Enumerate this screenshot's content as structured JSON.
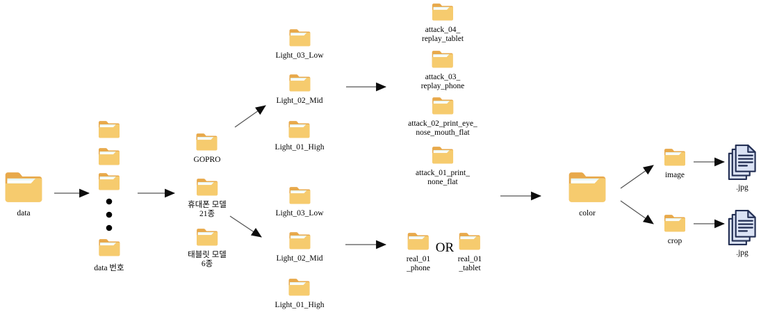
{
  "diagram_title": "dataset folder structure diagram",
  "nodes": {
    "root": {
      "icon": "folder-icon",
      "label": "data"
    },
    "numbered": {
      "icon": "folder-icon",
      "label": "data 번호",
      "folders_shown": 4,
      "ellipsis_dots": 3
    },
    "gopro": {
      "icon": "folder-icon",
      "label": "GOPRO"
    },
    "phone_model": {
      "icon": "folder-icon",
      "line1": "휴대폰 모델",
      "line2": "21종"
    },
    "tablet_model": {
      "icon": "folder-icon",
      "line1": "태블릿 모델",
      "line2": "6종"
    },
    "light_top": [
      "Light_03_Low",
      "Light_02_Mid",
      "Light_01_High"
    ],
    "light_bottom": [
      "Light_03_Low",
      "Light_02_Mid",
      "Light_01_High"
    ],
    "attack": [
      {
        "line1": "attack_04_",
        "line2": "replay_tablet"
      },
      {
        "line1": "attack_03_",
        "line2": "replay_phone"
      },
      {
        "line1": "attack_02_print_eye_",
        "line2": "nose_mouth_flat"
      },
      {
        "line1": "attack_01_print_",
        "line2": "none_flat"
      }
    ],
    "real_phone": {
      "icon": "folder-icon",
      "line1": "real_01",
      "line2": "_phone"
    },
    "or_label": "OR",
    "real_tablet": {
      "icon": "folder-icon",
      "line1": "real_01",
      "line2": "_tablet"
    },
    "color": {
      "icon": "folder-icon",
      "label": "color"
    },
    "image": {
      "icon": "folder-icon",
      "label": "image"
    },
    "crop": {
      "icon": "folder-icon",
      "label": "crop"
    },
    "jpg_image": {
      "icon": "document-stack-icon",
      "label": ".jpg"
    },
    "jpg_crop": {
      "icon": "document-stack-icon",
      "label": ".jpg"
    }
  },
  "colors": {
    "folder_back": "#e8a94b",
    "folder_front": "#f6cb6e",
    "folder_paper": "#e7f6f2",
    "document_fill": "#dbe3f5",
    "document_fold": "#c6d1ec",
    "document_outline": "#243055",
    "arrow_shaft": "#555555",
    "arrow_head": "#0d0d0d",
    "background": "#ffffff"
  }
}
